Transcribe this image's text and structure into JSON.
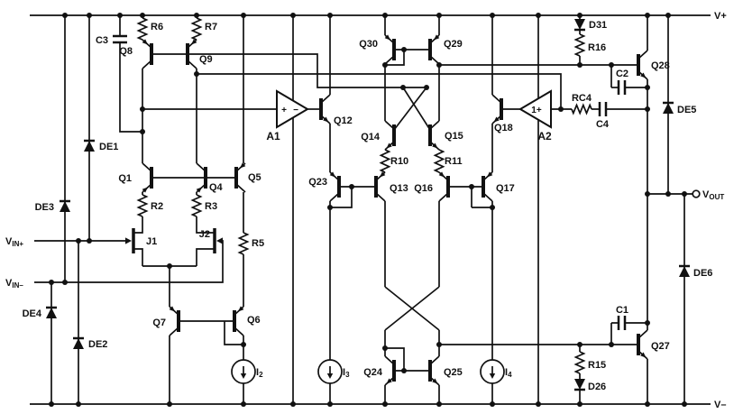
{
  "rails": {
    "vplus": "V+",
    "vminus": "V–"
  },
  "labels": {
    "Q1": "Q1",
    "Q4": "Q4",
    "Q5": "Q5",
    "Q6": "Q6",
    "Q7": "Q7",
    "Q8": "Q8",
    "Q9": "Q9",
    "Q12": "Q12",
    "Q13": "Q13",
    "Q14": "Q14",
    "Q15": "Q15",
    "Q16": "Q16",
    "Q17": "Q17",
    "Q18": "Q18",
    "Q23": "Q23",
    "Q24": "Q24",
    "Q25": "Q25",
    "Q27": "Q27",
    "Q28": "Q28",
    "Q29": "Q29",
    "Q30": "Q30",
    "J1": "J1",
    "J2": "J2",
    "R2": "R2",
    "R3": "R3",
    "R5": "R5",
    "R6": "R6",
    "R7": "R7",
    "R10": "R10",
    "R11": "R11",
    "R15": "R15",
    "R16": "R16",
    "RC4": "RC4",
    "C1": "C1",
    "C2": "C2",
    "C3": "C3",
    "C4": "C4",
    "D26": "D26",
    "D31": "D31",
    "DE1": "DE1",
    "DE2": "DE2",
    "DE3": "DE3",
    "DE4": "DE4",
    "DE5": "DE5",
    "DE6": "DE6",
    "A1": "A1",
    "A2": "A2",
    "a1_plus": "+",
    "a1_minus": "−",
    "a2_gain": "1+"
  },
  "ports": {
    "vin_plus": {
      "base": "V",
      "sub": "IN+"
    },
    "vin_minus": {
      "base": "V",
      "sub": "IN–"
    },
    "vout": {
      "base": "V",
      "sub": "OUT"
    }
  },
  "sources": {
    "i2": {
      "base": "I",
      "sub": "2"
    },
    "i3": {
      "base": "I",
      "sub": "3"
    },
    "i4": {
      "base": "I",
      "sub": "4"
    }
  }
}
